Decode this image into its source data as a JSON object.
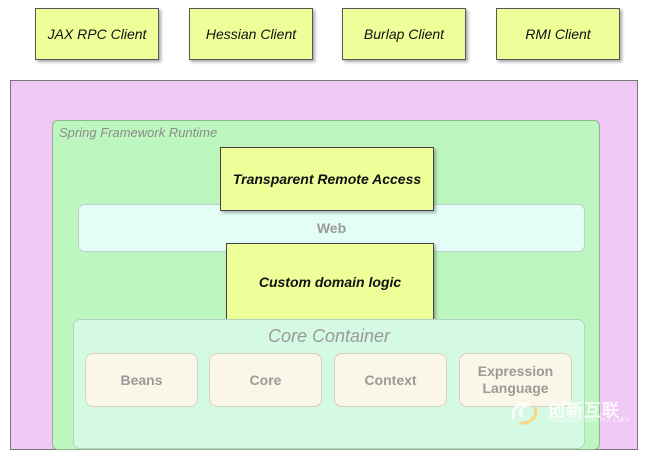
{
  "clients": [
    "JAX RPC Client",
    "Hessian Client",
    "Burlap Client",
    "RMI Client"
  ],
  "runtime": {
    "label": "Spring Framework Runtime",
    "transparent_remote_access": "Transparent Remote Access",
    "web": "Web",
    "custom_domain_logic": "Custom domain logic",
    "core_container": {
      "label": "Core Container",
      "modules": [
        "Beans",
        "Core",
        "Context",
        "Expression Language"
      ]
    }
  },
  "colors": {
    "client_fill": "#eeff99",
    "outer_fill": "#efc8f6",
    "runtime_fill": "#bdf7bf",
    "web_fill": "#e3fdf7",
    "core_fill": "#d4fae4",
    "module_fill": "#fbf7e8"
  },
  "watermark": {
    "icon": "swirl-logo-icon",
    "text_cn": "创新互联",
    "text_en": "CHUANG XIN HU LIAN"
  }
}
